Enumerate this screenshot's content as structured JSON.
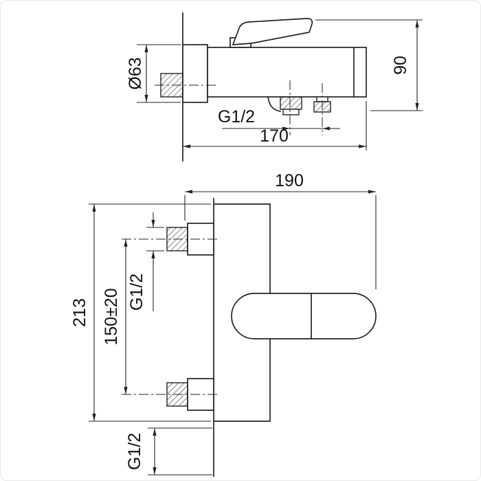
{
  "colors": {
    "line": "#222222",
    "background": "#ffffff"
  },
  "top_view": {
    "labels": {
      "flange_diameter": "Ø63",
      "overall_height": "90",
      "outlet_thread": "G1/2",
      "wall_to_spout": "170"
    }
  },
  "front_view": {
    "labels": {
      "overall_width": "190",
      "overall_height": "213",
      "connection_spacing": "150±20",
      "inlet_thread": "G1/2",
      "bottom_outlet_thread": "G1/2"
    }
  }
}
